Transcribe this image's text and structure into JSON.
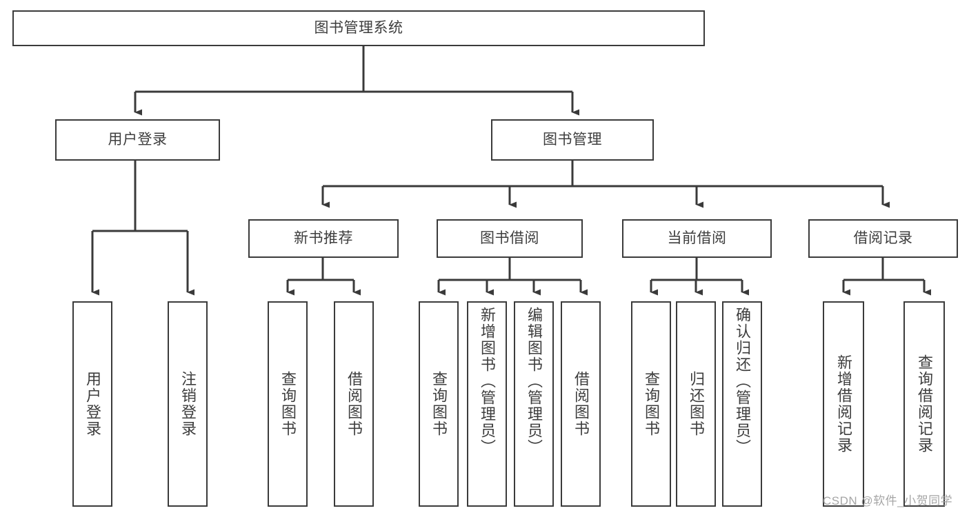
{
  "diagram": {
    "kind": "function-structure-tree",
    "title": "图书管理系统",
    "stroke_color": "#3a3a3a",
    "text_color": "#3d3d3d",
    "background_color": "#ffffff",
    "root": {
      "label": "图书管理系统"
    },
    "level2": [
      {
        "id": "user-login",
        "label": "用户登录"
      },
      {
        "id": "book-manage",
        "label": "图书管理"
      }
    ],
    "level3": [
      {
        "id": "new-book-recommend",
        "label": "新书推荐"
      },
      {
        "id": "book-borrow",
        "label": "图书借阅"
      },
      {
        "id": "current-borrow",
        "label": "当前借阅"
      },
      {
        "id": "borrow-record",
        "label": "借阅记录"
      }
    ],
    "leaves": {
      "user_login": [
        {
          "id": "leaf-user-login",
          "label": "用户登录"
        },
        {
          "id": "leaf-logout-login",
          "label": "注销登录"
        }
      ],
      "new_book_recommend": [
        {
          "id": "leaf-query-book-1",
          "label": "查询图书"
        },
        {
          "id": "leaf-borrow-book-1",
          "label": "借阅图书"
        }
      ],
      "book_borrow": [
        {
          "id": "leaf-query-book-2",
          "label": "查询图书"
        },
        {
          "id": "leaf-add-book",
          "label": "新增图书（管理员）"
        },
        {
          "id": "leaf-edit-book",
          "label": "编辑图书（管理员）"
        },
        {
          "id": "leaf-borrow-book-2",
          "label": "借阅图书"
        }
      ],
      "current_borrow": [
        {
          "id": "leaf-query-book-3",
          "label": "查询图书"
        },
        {
          "id": "leaf-return-book",
          "label": "归还图书"
        },
        {
          "id": "leaf-confirm-return",
          "label": "确认归还（管理员）"
        }
      ],
      "borrow_record": [
        {
          "id": "leaf-add-record",
          "label": "新增借阅记录"
        },
        {
          "id": "leaf-query-record",
          "label": "查询借阅记录"
        }
      ]
    }
  },
  "watermark": {
    "text": "CSDN @软件_小贺同学"
  }
}
